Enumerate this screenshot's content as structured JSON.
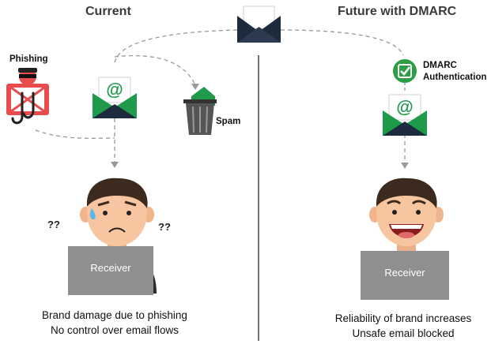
{
  "left": {
    "title": "Current",
    "phishing_label": "Phishing",
    "spam_label": "Spam",
    "confused_left": "??",
    "confused_right": "??",
    "receiver_label": "Receiver",
    "caption_line1": "Brand damage due to phishing",
    "caption_line2": "No control over email flows"
  },
  "right": {
    "title": "Future with DMARC",
    "dmarc_label_line1": "DMARC",
    "dmarc_label_line2": "Authentication",
    "receiver_label": "Receiver",
    "caption_line1": "Reliability of brand increases",
    "caption_line2": "Unsafe email blocked"
  },
  "colors": {
    "envelope_green": "#1f9a4b",
    "envelope_dark": "#1e2b3c",
    "phishing_red": "#e84c4c",
    "screen_gray": "#8f8f8f",
    "hair": "#3d2a1f",
    "skin": "#f7c59f",
    "check_green": "#2e9e44"
  },
  "icons": [
    "envelope-icon",
    "at-sign-icon",
    "trash-bin-icon",
    "hacker-icon",
    "fishing-hook-icon",
    "check-badge-icon"
  ]
}
